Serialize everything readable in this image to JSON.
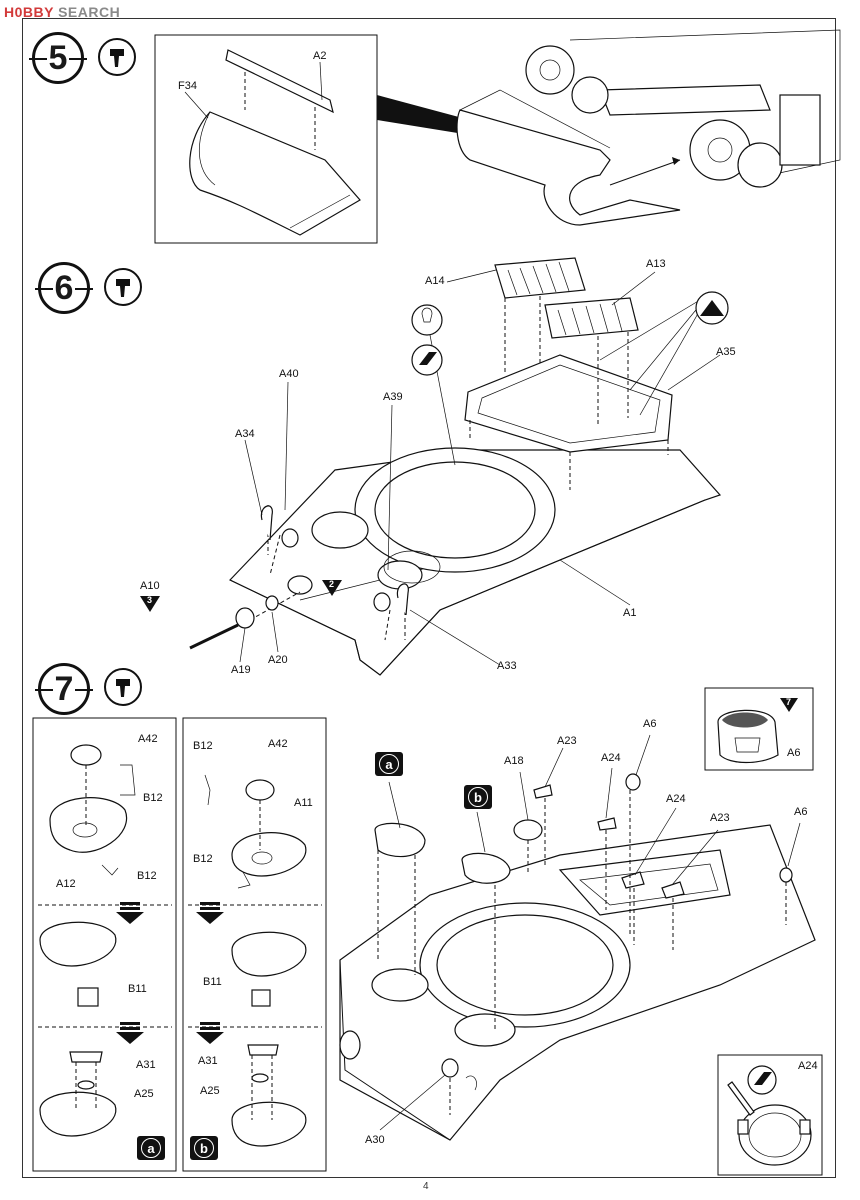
{
  "watermark": {
    "brand": "H0BBY",
    "search": "SEARCH"
  },
  "steps": [
    {
      "number": "5"
    },
    {
      "number": "6"
    },
    {
      "number": "7"
    }
  ],
  "step5": {
    "labels": [
      "F34",
      "A2"
    ]
  },
  "step6": {
    "labels": [
      "A14",
      "A13",
      "A35",
      "A40",
      "A39",
      "A34",
      "A10",
      "A19",
      "A20",
      "A1",
      "A33"
    ],
    "callouts": [
      "3",
      "2"
    ]
  },
  "step7": {
    "panel_a": {
      "labels": [
        "A42",
        "B12",
        "A12",
        "B12",
        "B11",
        "A31",
        "A25"
      ],
      "badge": "a"
    },
    "panel_b": {
      "labels": [
        "B12",
        "A42",
        "A11",
        "B12",
        "B11",
        "A31",
        "A25"
      ],
      "badge": "b"
    },
    "main": {
      "labels": [
        "A18",
        "A23",
        "A24",
        "A6",
        "A24",
        "A23",
        "A6",
        "A30"
      ],
      "badges": [
        "a",
        "b"
      ]
    },
    "inset_a6": {
      "label": "A6",
      "callout": "7"
    },
    "inset_a24": {
      "label": "A24"
    }
  },
  "page_number": "4"
}
